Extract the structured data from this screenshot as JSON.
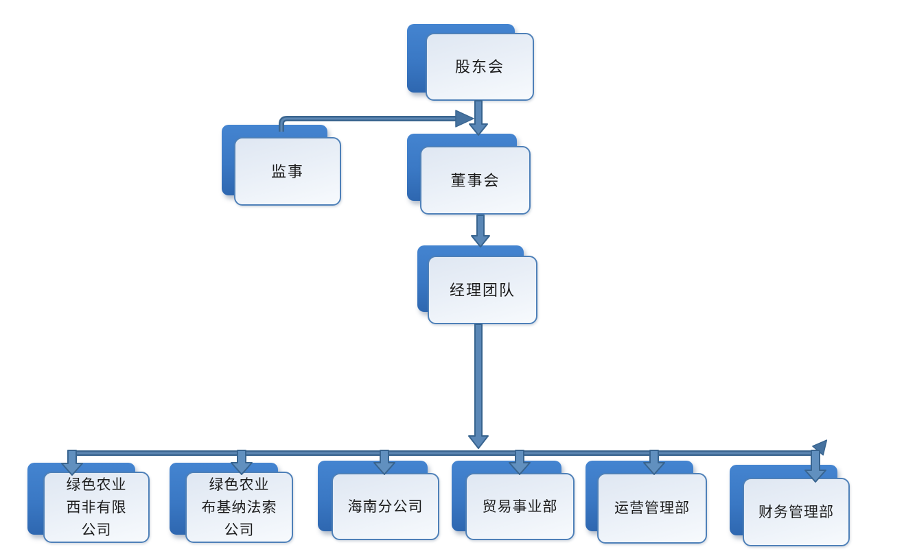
{
  "diagram": {
    "type": "org-chart",
    "nodes": [
      {
        "id": "shareholders",
        "label": "股东会"
      },
      {
        "id": "supervisor",
        "label": "监事"
      },
      {
        "id": "board",
        "label": "董事会"
      },
      {
        "id": "management_team",
        "label": "经理团队"
      },
      {
        "id": "green_west_africa",
        "label": "绿色农业\n西非有限\n公司"
      },
      {
        "id": "green_burkina",
        "label": "绿色农业\n布基纳法索\n公司"
      },
      {
        "id": "hainan_branch",
        "label": "海南分公司"
      },
      {
        "id": "trade_division",
        "label": "贸易事业部"
      },
      {
        "id": "operations_dept",
        "label": "运营管理部"
      },
      {
        "id": "finance_dept",
        "label": "财务管理部"
      }
    ],
    "edges": [
      {
        "from": "shareholders",
        "to": "board"
      },
      {
        "from": "supervisor",
        "to": "board"
      },
      {
        "from": "board",
        "to": "management_team"
      },
      {
        "from": "management_team",
        "to": "green_west_africa"
      },
      {
        "from": "management_team",
        "to": "green_burkina"
      },
      {
        "from": "management_team",
        "to": "hainan_branch"
      },
      {
        "from": "management_team",
        "to": "trade_division"
      },
      {
        "from": "management_team",
        "to": "operations_dept"
      },
      {
        "from": "management_team",
        "to": "finance_dept"
      }
    ],
    "colors": {
      "node_back_fill": "#3d7cc7",
      "node_front_border": "#4e80b8",
      "node_front_fill": "#e9eff7",
      "connector_dark": "#3a658f",
      "connector_light": "#5d87b3",
      "arrow_fill": "#5a87b6",
      "text": "#1c1c1c",
      "background": "#ffffff"
    }
  }
}
